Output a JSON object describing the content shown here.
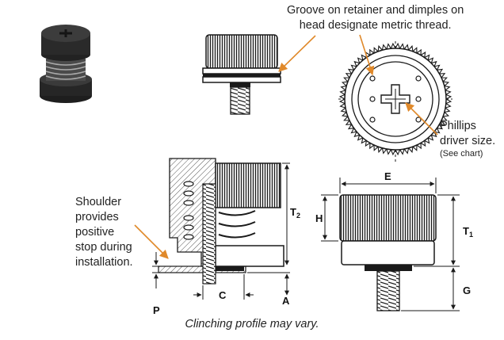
{
  "callouts": {
    "groove": [
      "Groove on retainer and dimples on",
      "head designate metric thread."
    ],
    "phillips": [
      "Phillips",
      "driver size."
    ],
    "phillips_note": "(See chart)",
    "shoulder": [
      "Shoulder",
      "provides",
      "positive",
      "stop during",
      "installation."
    ]
  },
  "dimensions": {
    "E": "E",
    "H": "H",
    "T1": "T",
    "T1_sub": "1",
    "T2": "T",
    "T2_sub": "2",
    "G": "G",
    "A": "A",
    "C": "C",
    "P": "P"
  },
  "caption": "Clinching profile may vary.",
  "colors": {
    "arrow": "#e0892a",
    "line": "#1a1a1a",
    "hatch": "#555555",
    "photo": "#2b2b2b"
  }
}
